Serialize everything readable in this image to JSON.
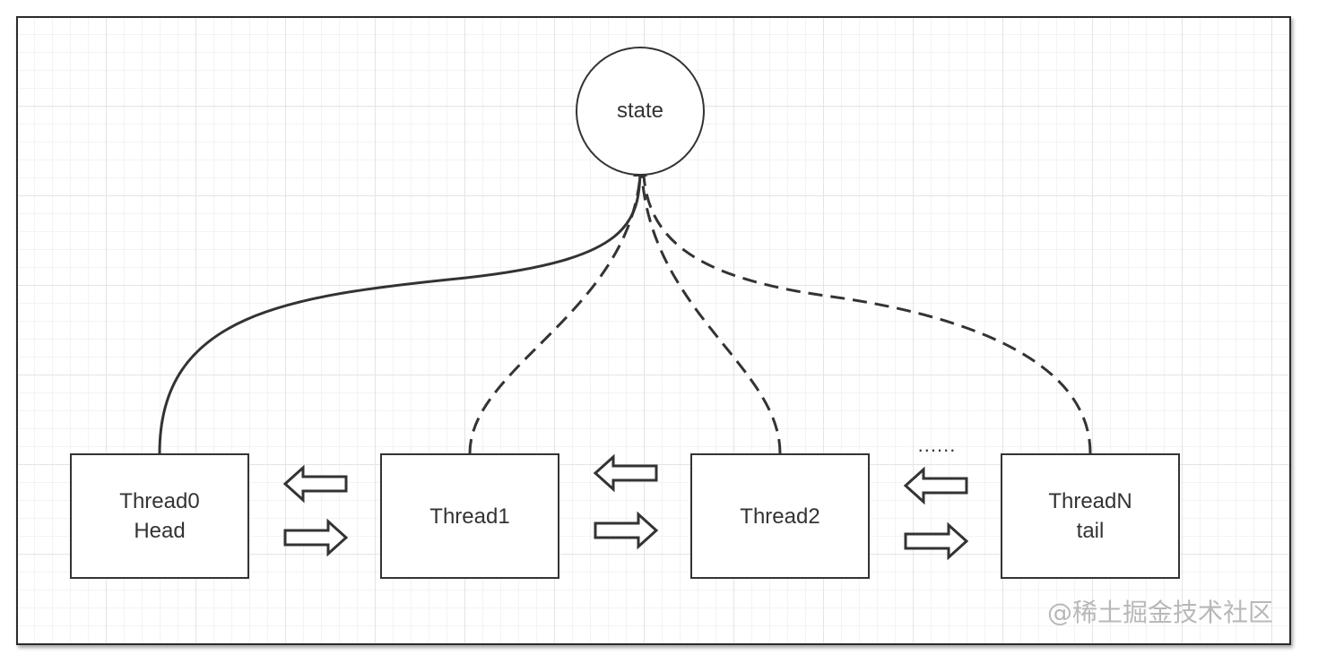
{
  "state": {
    "label": "state"
  },
  "threads": [
    {
      "line1": "Thread0",
      "line2": "Head"
    },
    {
      "line1": "Thread1",
      "line2": ""
    },
    {
      "line1": "Thread2",
      "line2": ""
    },
    {
      "line1": "ThreadN",
      "line2": "tail"
    }
  ],
  "ellipsis": "......",
  "watermark": "@稀土掘金技术社区",
  "colors": {
    "stroke": "#333333",
    "grid": "#e4e4e4",
    "watermark": "#b8b8b8"
  }
}
